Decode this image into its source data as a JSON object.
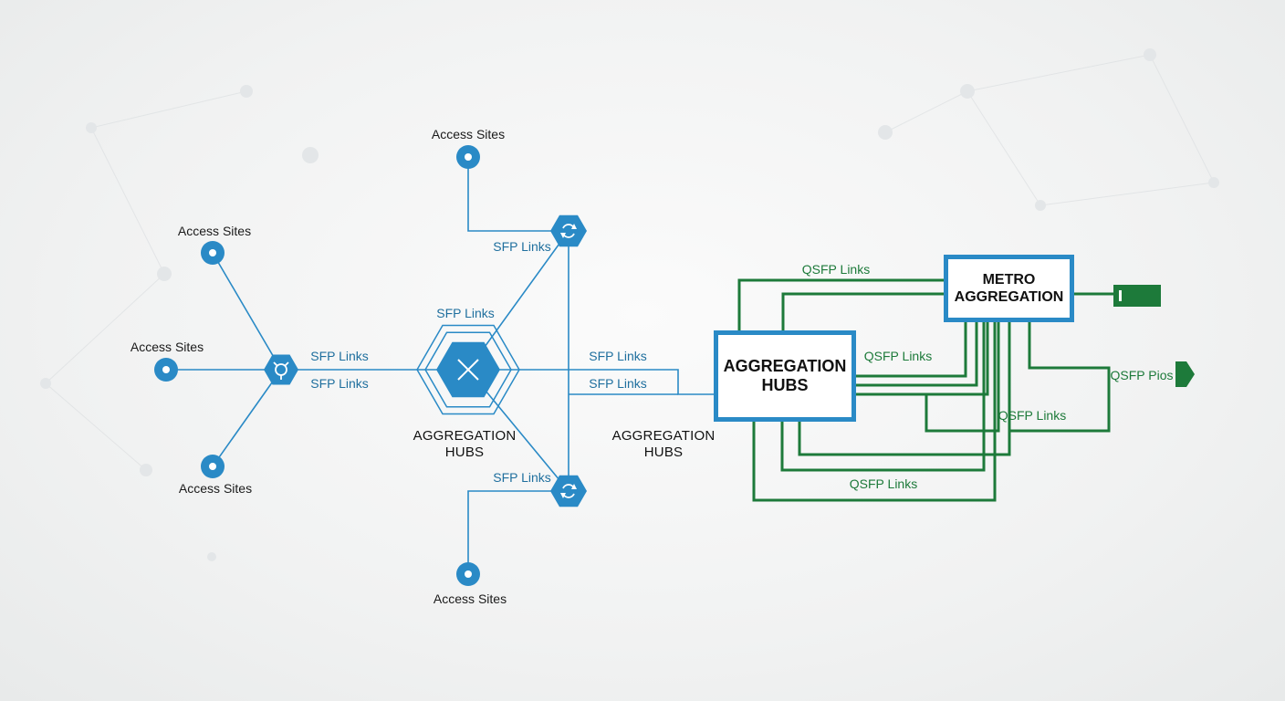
{
  "colors": {
    "blue": "#2a8ac6",
    "blue_dark": "#1f6f9e",
    "green": "#1d7a3a",
    "text": "#1a1a1a"
  },
  "icons": {
    "access_site": "access-site-node-icon",
    "left_switch": "network-switch-hexagon-icon",
    "central_hub": "cross-connect-hexagon-icon",
    "refresh_node": "sync-hexagon-icon",
    "green_connector": "port-connector-icon",
    "green_tag": "pentagon-tag-icon"
  },
  "labels": {
    "access_sites": "Access Sites",
    "sfp_links": "SFP Links",
    "qsfp_links": "QSFP Links",
    "qsfp_pios": "QSFP Pios",
    "aggregation_hubs_line1": "AGGREGATION",
    "aggregation_hubs_line2": "HUBS",
    "metro_line1": "METRO",
    "metro_line2": "AGGREGATION"
  }
}
